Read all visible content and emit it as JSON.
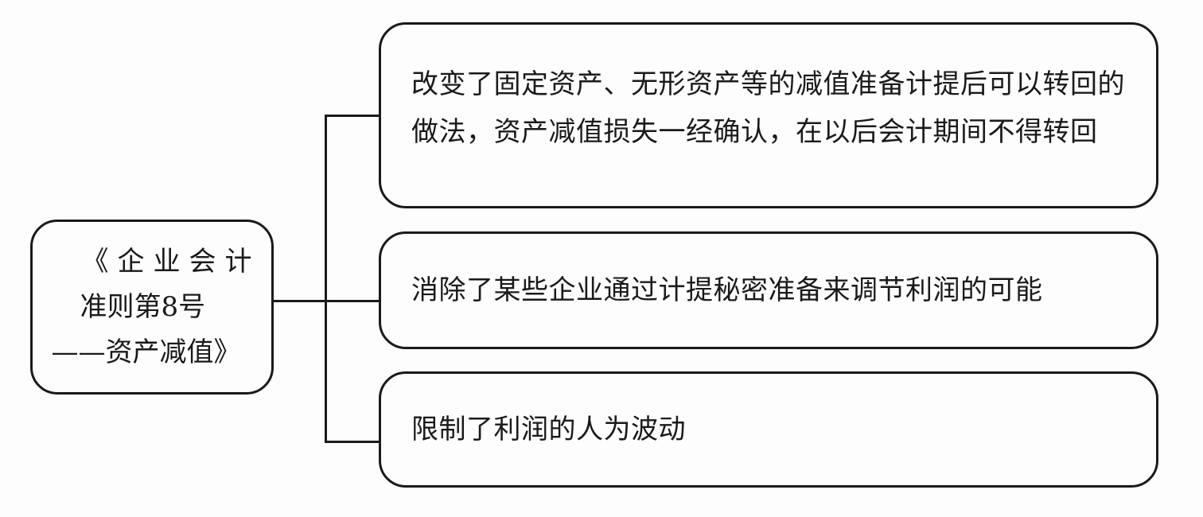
{
  "diagram": {
    "type": "bracket-tree",
    "root": {
      "lines": [
        "《企业会计",
        "准则第8号",
        "——资产减值》"
      ],
      "full_text": "《企业会计准则第8号——资产减值》"
    },
    "branches": [
      {
        "text": "改变了固定资产、无形资产等的减值准备计提后可以转回的做法，资产减值损失一经确认，在以后会计期间不得转回"
      },
      {
        "text": "消除了某些企业通过计提秘密准备来调节利润的可能"
      },
      {
        "text": "限制了利润的人为波动"
      }
    ],
    "colors": {
      "stroke": "#1a1a1a",
      "background": "#fdfdfd",
      "text": "#1a1a1a"
    }
  }
}
